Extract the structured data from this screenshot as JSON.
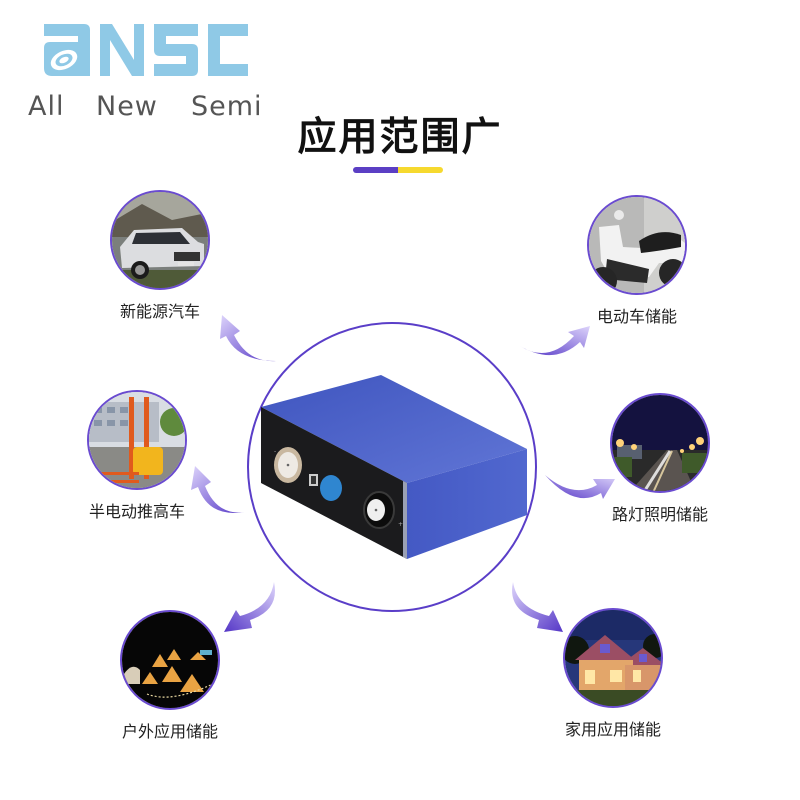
{
  "brand": {
    "logo_text": "aNSC",
    "tagline_words": [
      "All",
      "New",
      "Semi"
    ],
    "color": "#8fc9e6"
  },
  "header": {
    "title": "应用范围广",
    "underline_colors": [
      "#5b3fc4",
      "#f6d92e"
    ]
  },
  "center": {
    "product": "prismatic-lithium-battery-cell",
    "ring_color": "#5a3ec8",
    "battery_color": "#4a63c9"
  },
  "applications": [
    {
      "id": "ev",
      "label": "新能源汽车",
      "icon": "suv-car-photo",
      "position": "top-left"
    },
    {
      "id": "ebike",
      "label": "电动车储能",
      "icon": "electric-scooter-photo",
      "position": "top-right"
    },
    {
      "id": "forklift",
      "label": "半电动推高车",
      "icon": "forklift-photo",
      "position": "middle-left"
    },
    {
      "id": "streetlight",
      "label": "路灯照明储能",
      "icon": "street-light-photo",
      "position": "middle-right"
    },
    {
      "id": "outdoor",
      "label": "户外应用储能",
      "icon": "outdoor-camp-photo",
      "position": "bottom-left"
    },
    {
      "id": "home",
      "label": "家用应用储能",
      "icon": "house-photo",
      "position": "bottom-right"
    }
  ],
  "colors": {
    "accent_purple": "#5a3ec8",
    "accent_yellow": "#f6d92e",
    "arrow_light": "#d9d0fb",
    "arrow_dark": "#5a3ec8"
  }
}
